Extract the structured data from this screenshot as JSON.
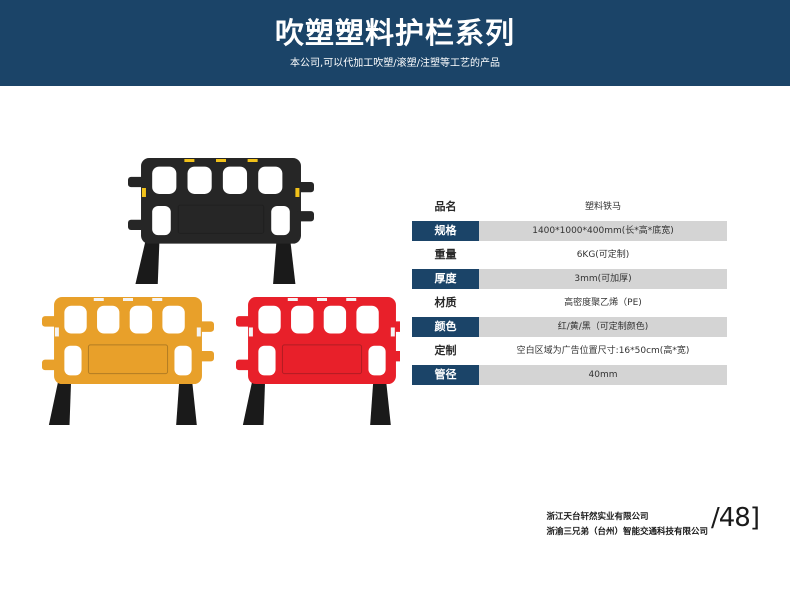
{
  "header": {
    "title": "吹塑塑料护栏系列",
    "subtitle": "本公司,可以代加工吹塑/滚塑/注塑等工艺的产品"
  },
  "products": [
    {
      "name": "black-barrier",
      "color": "#262626"
    },
    {
      "name": "yellow-barrier",
      "color": "#e8a02a"
    },
    {
      "name": "red-barrier",
      "color": "#e8202a"
    }
  ],
  "specs": [
    {
      "label": "品名",
      "value": "塑料铁马",
      "shaded": false
    },
    {
      "label": "规格",
      "value": "1400*1000*400mm(长*高*底宽)",
      "shaded": true
    },
    {
      "label": "重量",
      "value": "6KG(可定制)",
      "shaded": false
    },
    {
      "label": "厚度",
      "value": "3mm(可加厚)",
      "shaded": true
    },
    {
      "label": "材质",
      "value": "高密度聚乙烯（PE)",
      "shaded": false
    },
    {
      "label": "颜色",
      "value": "红/黄/黑（可定制颜色)",
      "shaded": true
    },
    {
      "label": "定制",
      "value": "空白区域为广告位置尺寸:16*50cm(高*宽)",
      "shaded": false
    },
    {
      "label": "管径",
      "value": "40mm",
      "shaded": true
    }
  ],
  "footer": {
    "company_1": "浙江天台轩然实业有限公司",
    "company_2": "浙渝三兄弟（台州）智能交通科技有限公司",
    "page_number": "/48]"
  },
  "colors": {
    "header_bg": "#1b4468",
    "label_bg": "#1b4468",
    "value_bg": "#d4d4d4",
    "reflector_yellow": "#f2c21a",
    "reflector_white": "#f4f4f4"
  }
}
